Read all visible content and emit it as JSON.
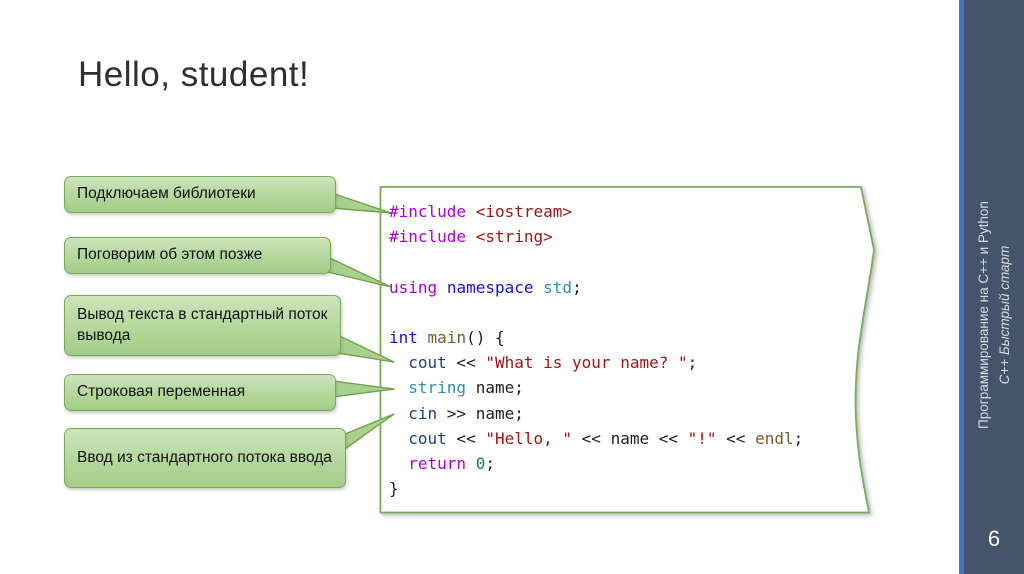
{
  "slide": {
    "title": "Hello, student!",
    "page_number": "6"
  },
  "sidebar": {
    "course_title": "Программирование на C++ и Python",
    "course_subtitle": "C++ Быстрый старт",
    "background_color": "#44546A",
    "accent_color": "#4472C4",
    "text_color": "#D6DCE5"
  },
  "callouts": [
    {
      "label": "Подключаем библиотеки"
    },
    {
      "label": "Поговорим об этом позже"
    },
    {
      "label": "Вывод текста в стандартный поток вывода"
    },
    {
      "label": "Строковая переменная"
    },
    {
      "label": "Ввод из стандартного потока ввода"
    }
  ],
  "callout_style": {
    "fill_top": "#CDE4BC",
    "fill_bottom": "#A4CC88",
    "border_color": "#79A85A"
  },
  "code": {
    "panel_border_color": "#7BAC5B",
    "palette": {
      "purple": "#AF00DB",
      "darkred": "#A31515",
      "blue": "#1414D6",
      "teal": "#2B91AF",
      "navy": "#1A3E8C",
      "olive": "#795E26",
      "green": "#098658",
      "black": "#202020"
    },
    "lines": [
      [
        [
          "#include",
          "purple"
        ],
        [
          " ",
          "black"
        ],
        [
          "<iostream>",
          "darkred"
        ]
      ],
      [
        [
          "#include",
          "purple"
        ],
        [
          " ",
          "black"
        ],
        [
          "<string>",
          "darkred"
        ]
      ],
      [],
      [
        [
          "using",
          "purple"
        ],
        [
          " ",
          "black"
        ],
        [
          "namespace",
          "blue"
        ],
        [
          " ",
          "black"
        ],
        [
          "std",
          "teal"
        ],
        [
          ";",
          "black"
        ]
      ],
      [],
      [
        [
          "int",
          "blue"
        ],
        [
          " ",
          "black"
        ],
        [
          "main",
          "olive"
        ],
        [
          "() {",
          "black"
        ]
      ],
      [
        [
          "  cout",
          "navy"
        ],
        [
          " << ",
          "black"
        ],
        [
          "\"What is your name? \"",
          "darkred"
        ],
        [
          ";",
          "black"
        ]
      ],
      [
        [
          "  string",
          "teal"
        ],
        [
          " name;",
          "black"
        ]
      ],
      [
        [
          "  cin",
          "navy"
        ],
        [
          " >> name;",
          "black"
        ]
      ],
      [
        [
          "  cout",
          "navy"
        ],
        [
          " << ",
          "black"
        ],
        [
          "\"Hello, \"",
          "darkred"
        ],
        [
          " << name << ",
          "black"
        ],
        [
          "\"!\"",
          "darkred"
        ],
        [
          " << ",
          "black"
        ],
        [
          "endl",
          "olive"
        ],
        [
          ";",
          "black"
        ]
      ],
      [
        [
          "  return",
          "purple"
        ],
        [
          " ",
          "black"
        ],
        [
          "0",
          "green"
        ],
        [
          ";",
          "black"
        ]
      ],
      [
        [
          "}",
          "black"
        ]
      ]
    ]
  }
}
